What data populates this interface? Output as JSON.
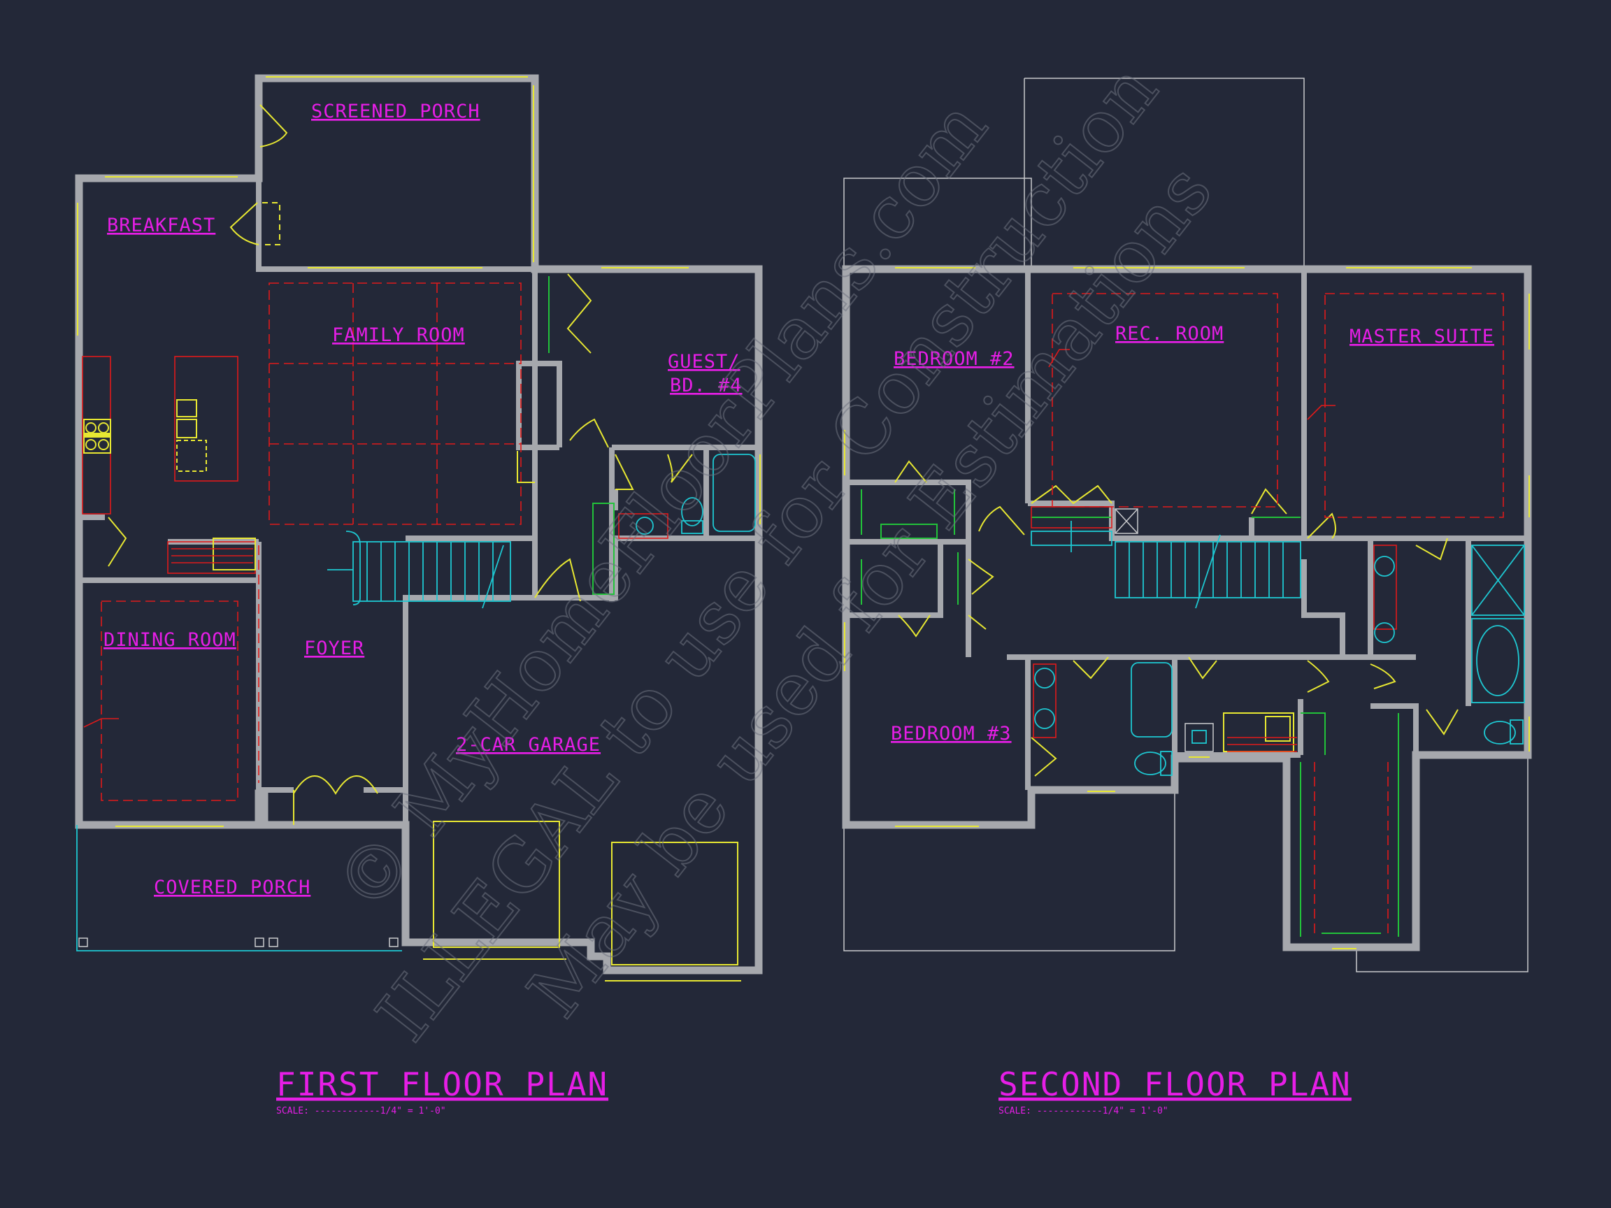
{
  "floor_plans": {
    "first": {
      "title": "FIRST FLOOR PLAN",
      "scale": "SCALE: ------------1/4\" = 1'-0\"",
      "rooms": {
        "screened_porch": "SCREENED PORCH",
        "breakfast": "BREAKFAST",
        "family_room": "FAMILY ROOM",
        "guest_line1": "GUEST/",
        "guest_line2": "BD. #4",
        "dining_room": "DINING ROOM",
        "foyer": "FOYER",
        "garage": "2-CAR GARAGE",
        "covered_porch": "COVERED PORCH"
      }
    },
    "second": {
      "title": "SECOND FLOOR PLAN",
      "scale": "SCALE: ------------1/4\" = 1'-0\"",
      "rooms": {
        "bedroom2": "BEDROOM #2",
        "rec_room": "REC. ROOM",
        "master_suite": "MASTER SUITE",
        "bedroom3": "BEDROOM #3"
      }
    }
  },
  "watermark": {
    "line1": "© MyHomeFloorPlans.com",
    "line2": "ILLEGAL to use for Construction",
    "line3": "May be used for Estimations"
  },
  "colors": {
    "background": "#232838",
    "walls": "#a6a8ad",
    "labels": "#e61ee6",
    "windows": "#e8e832",
    "fixtures": "#1ec8d2",
    "dashed": "#e01a1a"
  }
}
